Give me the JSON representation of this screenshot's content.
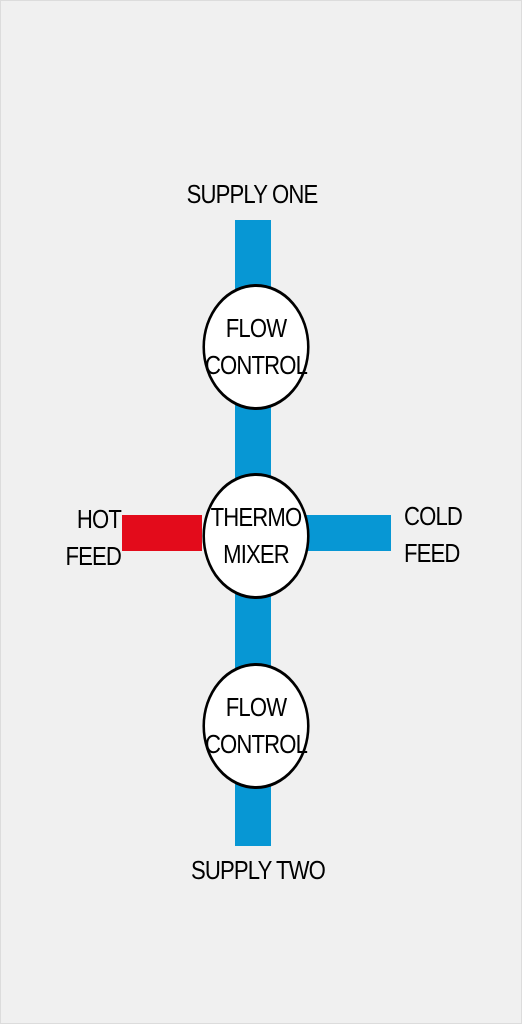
{
  "colors": {
    "background": "#f0f0f0",
    "supply_pipe": "#0797d4",
    "hot_pipe": "#e30b1b",
    "cold_pipe": "#0797d4",
    "node_fill": "#ffffff",
    "node_border": "#000000",
    "text": "#000000"
  },
  "labels": {
    "supply_one": "SUPPLY ONE",
    "supply_two": "SUPPLY TWO",
    "hot_feed": {
      "line1": "HOT",
      "line2": "FEED"
    },
    "cold_feed": {
      "line1": "COLD",
      "line2": "FEED"
    }
  },
  "nodes": {
    "flow_control_top": {
      "line1": "FLOW",
      "line2": "CONTROL"
    },
    "thermo_mixer": {
      "line1": "THERMO",
      "line2": "MIXER"
    },
    "flow_control_bottom": {
      "line1": "FLOW",
      "line2": "CONTROL"
    }
  }
}
